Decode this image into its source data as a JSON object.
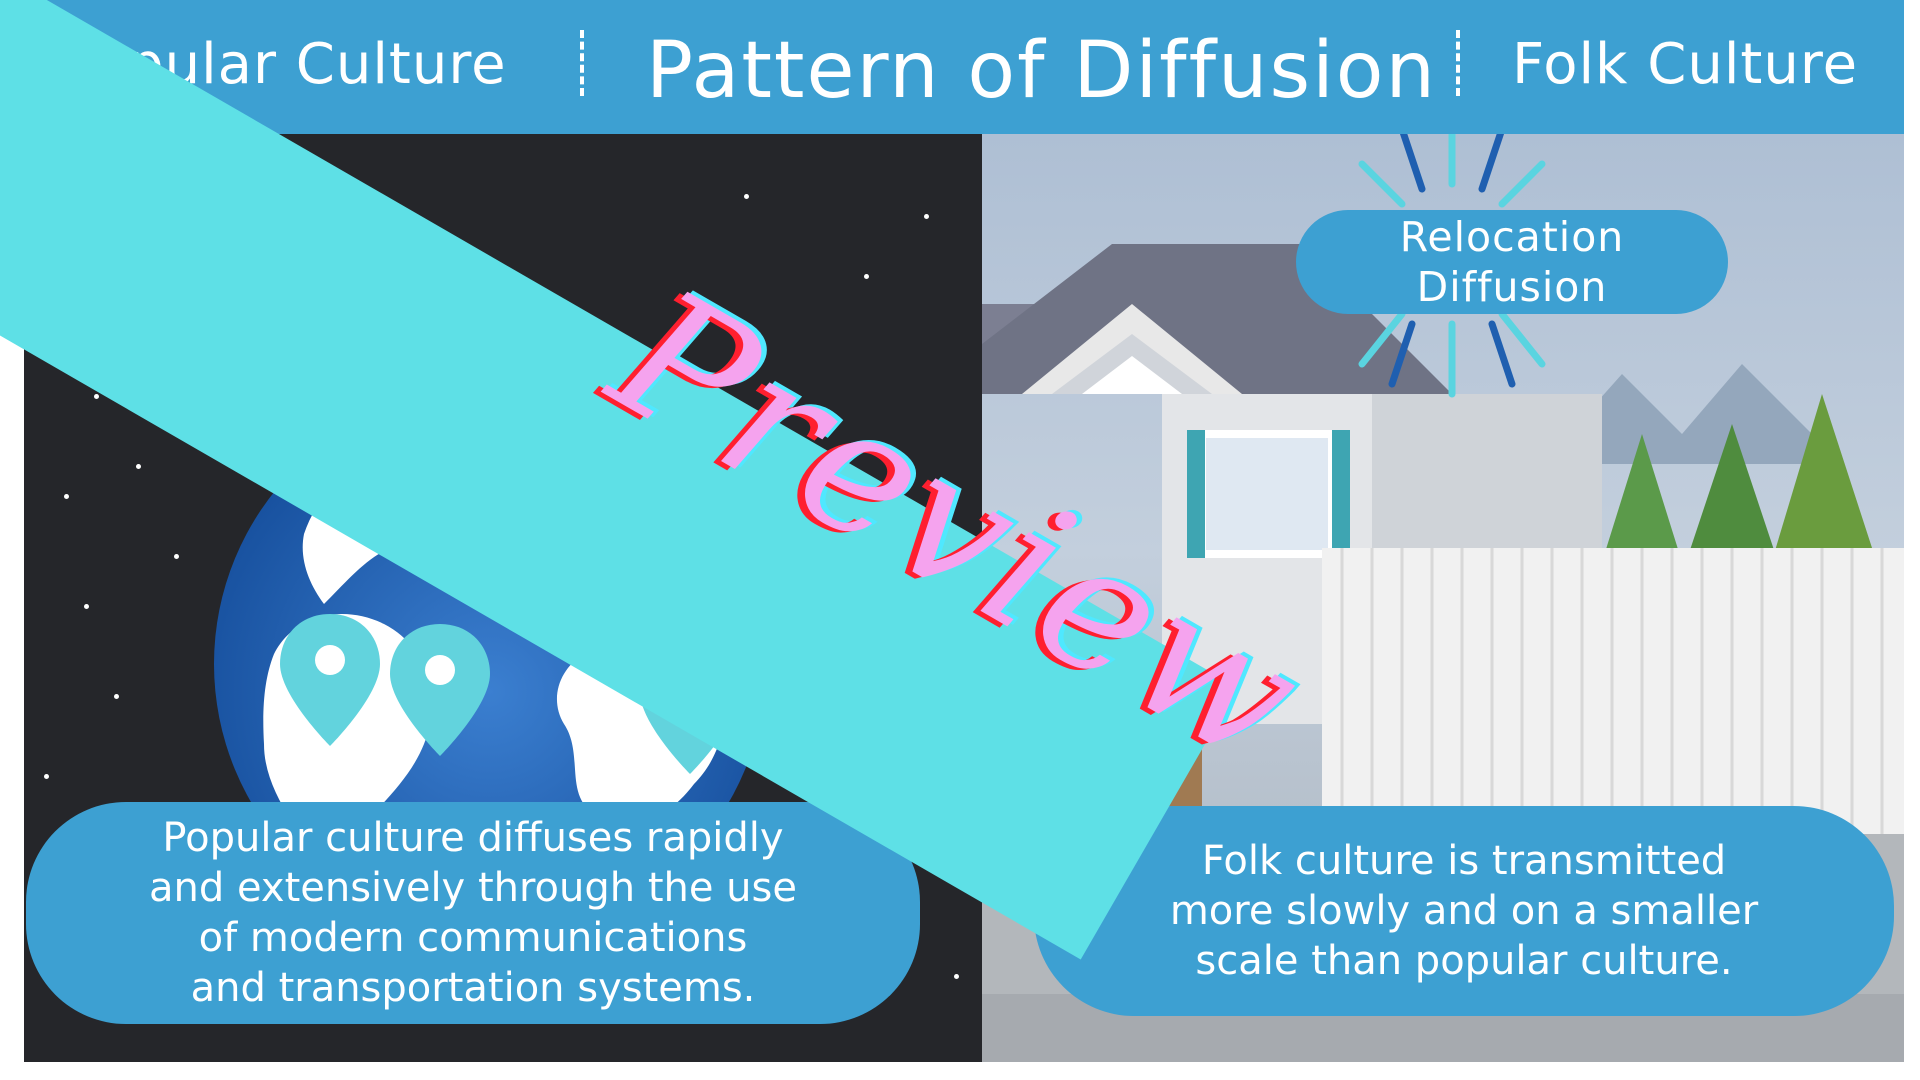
{
  "header": {
    "left_label": "Popular Culture",
    "title": "Pattern of Diffusion",
    "right_label": "Folk Culture"
  },
  "left_panel": {
    "description": "Popular culture diffuses rapidly\nand extensively through the use\nof modern communications\nand transportation systems."
  },
  "right_panel": {
    "callout": "Relocation\nDiffusion",
    "description": "Folk culture is transmitted\nmore slowly and on a smaller\nscale than popular culture."
  },
  "watermark": {
    "text": "Preview"
  },
  "colors": {
    "header_blue": "#3da0d2",
    "space_dark": "#25262a",
    "banner_cyan": "#5ee0e6",
    "watermark_pink": "#f5a3ee",
    "globe_blue": "#1f5fb0",
    "pin_teal": "#62d3dd"
  },
  "icons": [
    "map-pin-icon",
    "globe-icon",
    "house-icon",
    "tree-icon",
    "burst-icon"
  ]
}
